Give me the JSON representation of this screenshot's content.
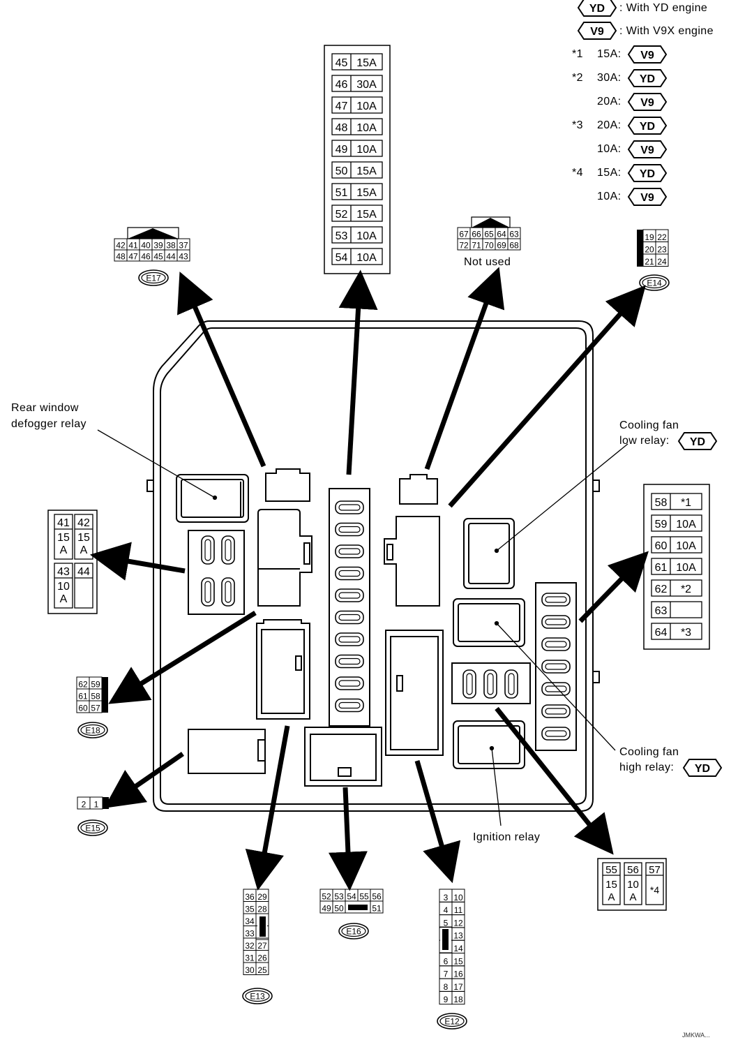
{
  "legend": [
    {
      "code": "YD",
      "text": ": With YD engine"
    },
    {
      "code": "V9",
      "text": ": With V9X engine"
    }
  ],
  "variants": [
    {
      "mark": "*1",
      "amp": "15A:",
      "code": "V9"
    },
    {
      "mark": "*2",
      "amp": "30A:",
      "code": "YD"
    },
    {
      "mark": "",
      "amp": "20A:",
      "code": "V9"
    },
    {
      "mark": "*3",
      "amp": "20A:",
      "code": "YD"
    },
    {
      "mark": "",
      "amp": "10A:",
      "code": "V9"
    },
    {
      "mark": "*4",
      "amp": "15A:",
      "code": "YD"
    },
    {
      "mark": "",
      "amp": "10A:",
      "code": "V9"
    }
  ],
  "labels": {
    "not_used": "Not used",
    "rear_defogger_1": "Rear window",
    "rear_defogger_2": "defogger relay",
    "cooling_low_1": "Cooling fan",
    "cooling_low_2": "low relay:",
    "cooling_low_code": "YD",
    "cooling_high_1": "Cooling fan",
    "cooling_high_2": "high relay:",
    "cooling_high_code": "YD",
    "ignition": "Ignition relay",
    "image_id": "JMKWA..."
  },
  "fuse_column": [
    {
      "no": "45",
      "amp": "15A"
    },
    {
      "no": "46",
      "amp": "30A"
    },
    {
      "no": "47",
      "amp": "10A"
    },
    {
      "no": "48",
      "amp": "10A"
    },
    {
      "no": "49",
      "amp": "10A"
    },
    {
      "no": "50",
      "amp": "15A"
    },
    {
      "no": "51",
      "amp": "15A"
    },
    {
      "no": "52",
      "amp": "15A"
    },
    {
      "no": "53",
      "amp": "10A"
    },
    {
      "no": "54",
      "amp": "10A"
    }
  ],
  "fuse_right": [
    {
      "no": "58",
      "amp": "*1"
    },
    {
      "no": "59",
      "amp": "10A"
    },
    {
      "no": "60",
      "amp": "10A"
    },
    {
      "no": "61",
      "amp": "10A"
    },
    {
      "no": "62",
      "amp": "*2"
    },
    {
      "no": "63",
      "amp": ""
    },
    {
      "no": "64",
      "amp": "*3"
    }
  ],
  "fuse_left": [
    {
      "no": "41",
      "l1": "15",
      "l2": "A"
    },
    {
      "no": "42",
      "l1": "15",
      "l2": "A"
    },
    {
      "no": "43",
      "l1": "10",
      "l2": "A"
    },
    {
      "no": "44",
      "l1": "",
      "l2": ""
    }
  ],
  "fuse_bottom_right": [
    {
      "no": "55",
      "l1": "15",
      "l2": "A"
    },
    {
      "no": "56",
      "l1": "10",
      "l2": "A"
    },
    {
      "no": "57",
      "l1": "*4",
      "l2": ""
    }
  ],
  "connectors": {
    "E17": {
      "id": "E17",
      "row1": [
        "42",
        "41",
        "40",
        "39",
        "38",
        "37"
      ],
      "row2": [
        "48",
        "47",
        "46",
        "45",
        "44",
        "43"
      ]
    },
    "NU": {
      "row1": [
        "67",
        "66",
        "65",
        "64",
        "63"
      ],
      "row2": [
        "72",
        "71",
        "70",
        "69",
        "68"
      ]
    },
    "E14": {
      "id": "E14",
      "cells": [
        "19",
        "22",
        "20",
        "23",
        "21",
        "24"
      ]
    },
    "E18": {
      "id": "E18",
      "cells": [
        "62",
        "59",
        "61",
        "58",
        "60",
        "57"
      ]
    },
    "E15": {
      "id": "E15",
      "cells": [
        "2",
        "1"
      ]
    },
    "E13": {
      "id": "E13",
      "left": [
        "36",
        "35",
        "34",
        "33",
        "32",
        "31",
        "30"
      ],
      "right": [
        "29",
        "28",
        "",
        "",
        "27",
        "26",
        "25"
      ]
    },
    "E16": {
      "id": "E16",
      "row1": [
        "52",
        "53",
        "54",
        "55",
        "56"
      ],
      "row2a": [
        "49",
        "50"
      ],
      "row2b": [
        "51"
      ]
    },
    "E12": {
      "id": "E12",
      "left": [
        "3",
        "4",
        "5",
        "",
        "",
        "6",
        "7",
        "8",
        "9"
      ],
      "right": [
        "10",
        "11",
        "12",
        "13",
        "14",
        "15",
        "16",
        "17",
        "18"
      ]
    }
  }
}
